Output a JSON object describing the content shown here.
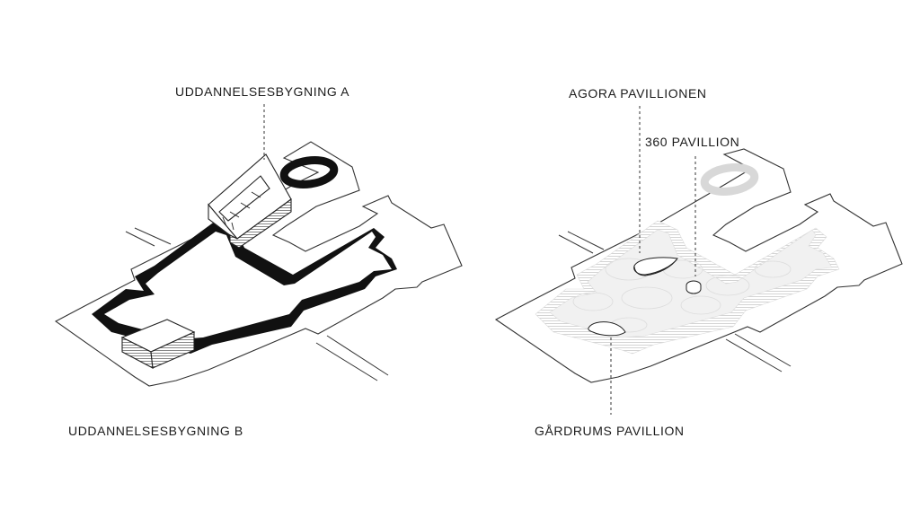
{
  "diagrams": [
    {
      "callouts": [
        {
          "label": "UDDANNELSESBYGNING A"
        },
        {
          "label": "UDDANNELSESBYGNING B"
        }
      ]
    },
    {
      "callouts": [
        {
          "label": "AGORA PAVILLIONEN"
        },
        {
          "label": "360 PAVILLION"
        },
        {
          "label": "GÅRDRUMS PAVILLION"
        }
      ]
    }
  ],
  "colors": {
    "ink": "#111111",
    "line": "#2b2b2b",
    "courtyard_fill": "#eeeeee",
    "path_fill": "#dedede",
    "background": "#ffffff"
  }
}
